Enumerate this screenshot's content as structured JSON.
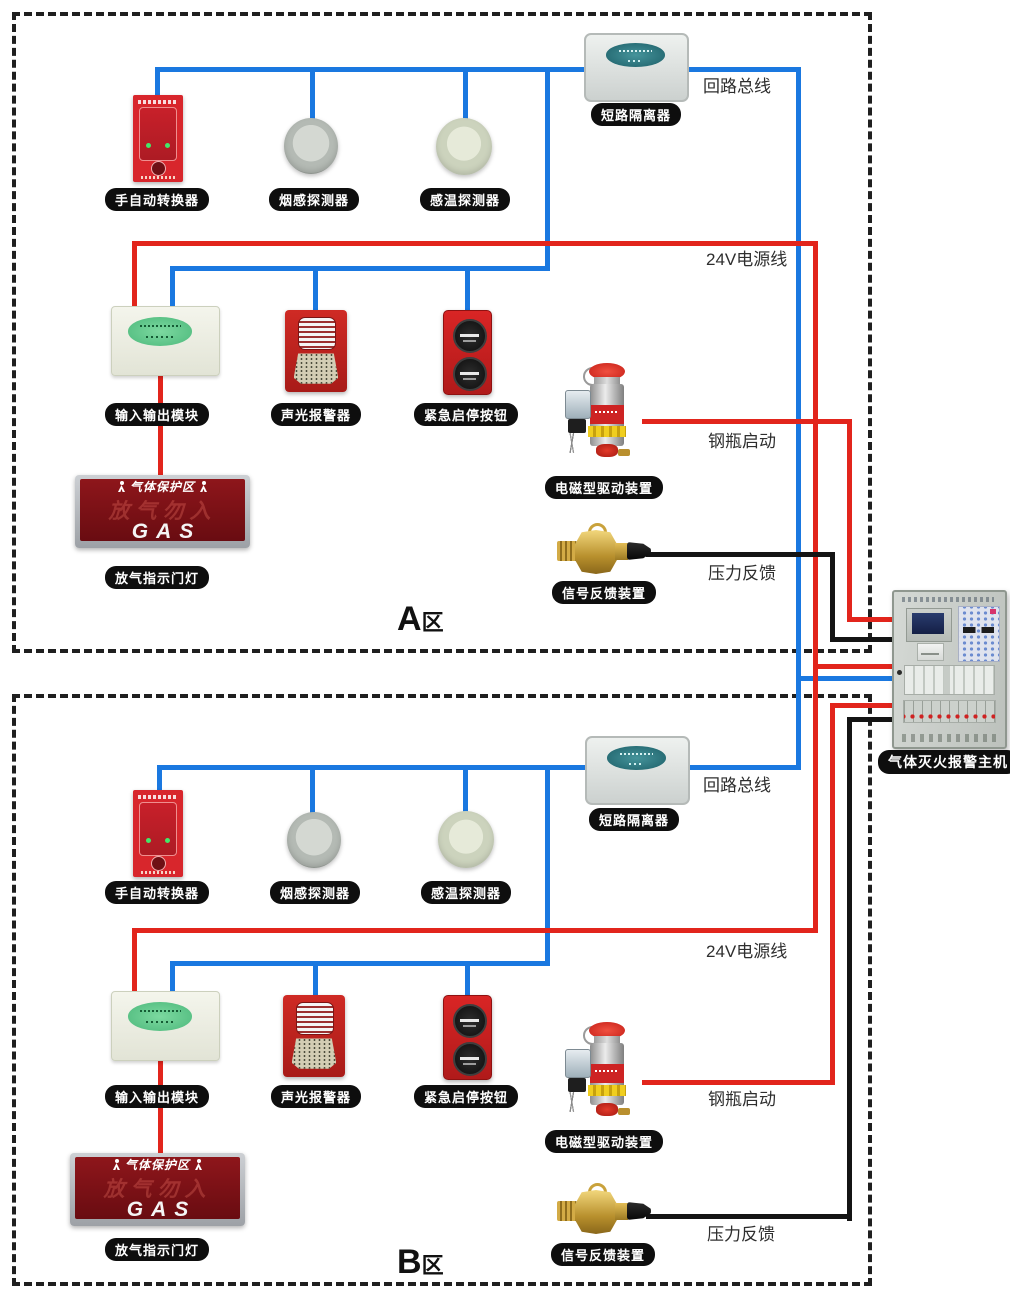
{
  "colors": {
    "loop_bus": "#1a78e0",
    "power_wire": "#e2251c",
    "signal_wire": "#141414"
  },
  "zones": [
    {
      "letter": "A",
      "suffix": "区",
      "devices": {
        "manual_auto": "手自动转换器",
        "smoke": "烟感探测器",
        "heat": "感温探测器",
        "isolator": "短路隔离器",
        "io_module": "输入输出模块",
        "sound_light": "声光报警器",
        "emergency": "紧急启停按钮",
        "gas_lamp": "放气指示门灯",
        "drive": "电磁型驱动装置",
        "feedback": "信号反馈装置"
      },
      "wires": {
        "loop_bus": "回路总线",
        "power": "24V电源线",
        "cylinder": "钢瓶启动",
        "pressure": "压力反馈"
      }
    },
    {
      "letter": "B",
      "suffix": "区",
      "devices": {
        "manual_auto": "手自动转换器",
        "smoke": "烟感探测器",
        "heat": "感温探测器",
        "isolator": "短路隔离器",
        "io_module": "输入输出模块",
        "sound_light": "声光报警器",
        "emergency": "紧急启停按钮",
        "gas_lamp": "放气指示门灯",
        "drive": "电磁型驱动装置",
        "feedback": "信号反馈装置"
      },
      "wires": {
        "loop_bus": "回路总线",
        "power": "24V电源线",
        "cylinder": "钢瓶启动",
        "pressure": "压力反馈"
      }
    }
  ],
  "gas_sign": {
    "header": "气体保护区",
    "warning": "放气勿入",
    "main": "GAS"
  },
  "host": {
    "label": "气体灭火报警主机"
  }
}
